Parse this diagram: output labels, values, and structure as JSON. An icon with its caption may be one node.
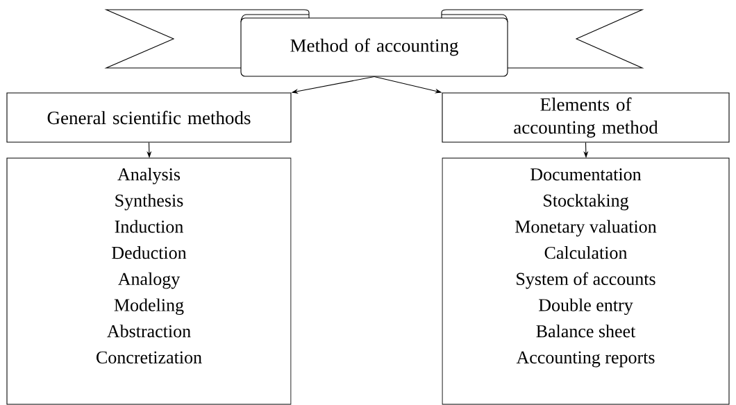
{
  "diagram": {
    "nodes": [
      {
        "text": [
          "Method of accounting"
        ]
      },
      {
        "text": [
          "General scientific methods"
        ]
      },
      {
        "text": [
          "Elements of accounting method"
        ]
      },
      {
        "text": [
          "Analysis",
          "Synthesis",
          "Induction",
          "Deduction",
          "Analogy",
          "Modeling",
          "Abstraction",
          "Concretization"
        ]
      },
      {
        "text": [
          "Documentation",
          "Stocktaking",
          "Monetary valuation",
          "Calculation",
          "System of accounts",
          "Double entry",
          "Balance sheet",
          "Accounting reports"
        ]
      }
    ],
    "edges": [
      {
        "from": 0,
        "to": 1,
        "arrow": "to"
      },
      {
        "from": 0,
        "to": 2,
        "arrow": "to"
      },
      {
        "from": 1,
        "to": 3,
        "arrow": "to"
      },
      {
        "from": 2,
        "to": 4,
        "arrow": "to"
      }
    ]
  }
}
